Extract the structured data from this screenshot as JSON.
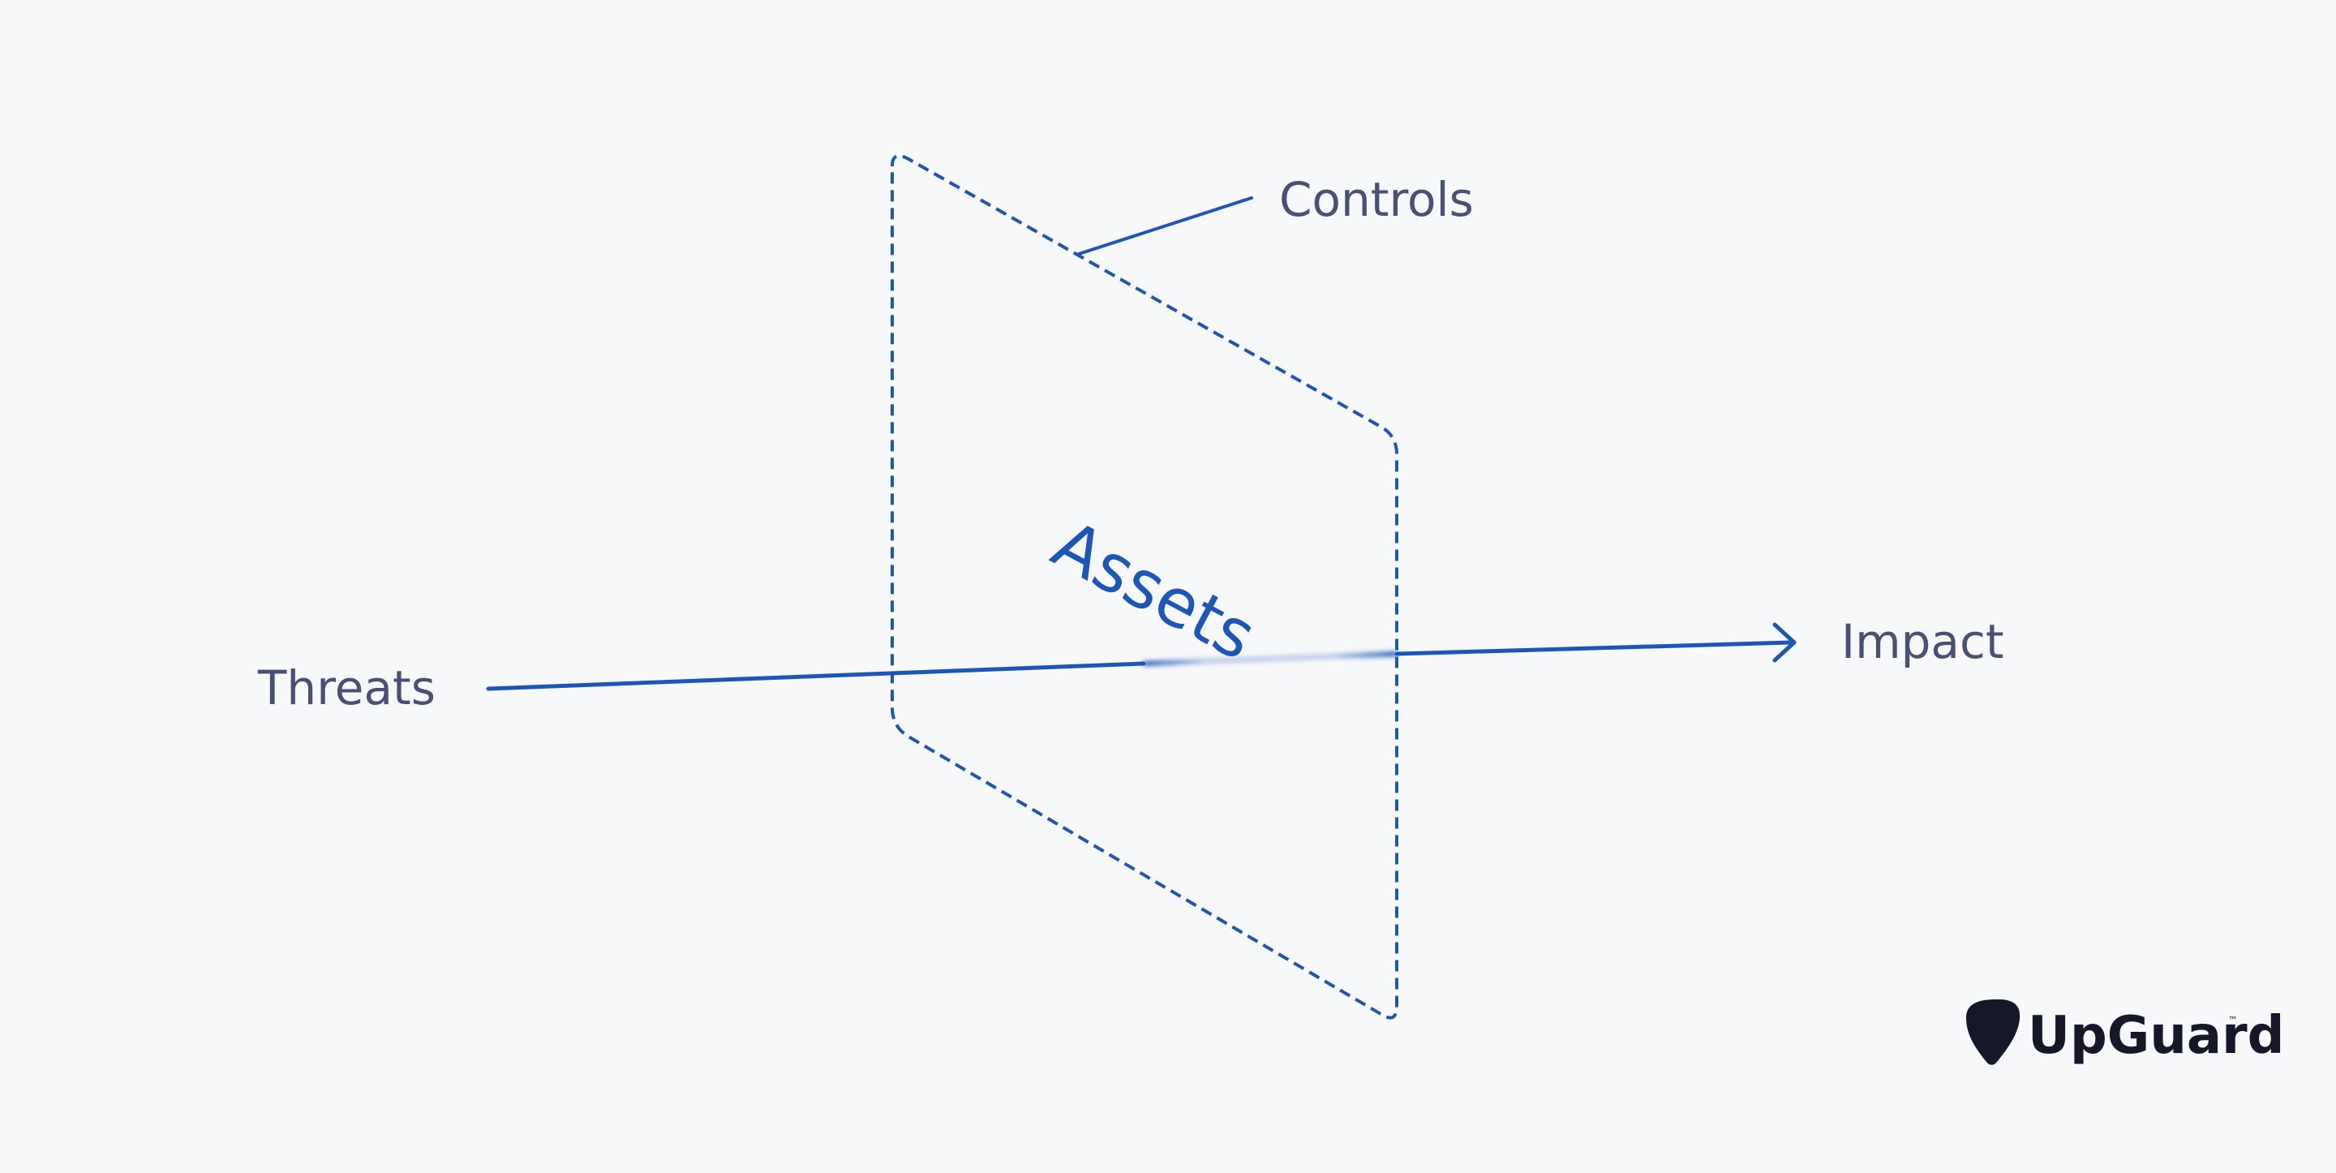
{
  "labels": {
    "controls": "Controls",
    "assets": "Assets",
    "threats": "Threats",
    "impact": "Impact"
  },
  "brand": {
    "name": "UpGuard",
    "trademark": "™",
    "icon": "guitar-pick-logo-icon"
  },
  "colors": {
    "background": "#f7f8fa",
    "accent": "#1e56b8",
    "label": "#4a5073",
    "brand": "#16182a"
  }
}
